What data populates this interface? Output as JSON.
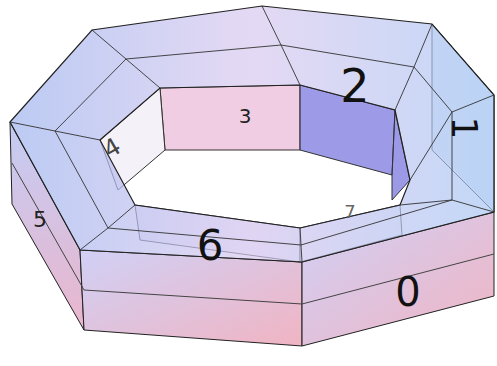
{
  "diagram": {
    "labels": [
      "3",
      "2",
      "1",
      "4",
      "5",
      "6",
      "7",
      "0"
    ]
  }
}
